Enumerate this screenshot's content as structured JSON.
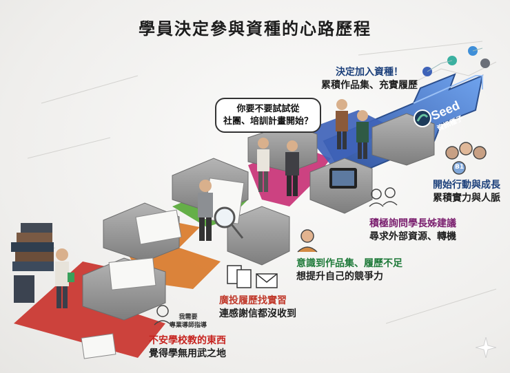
{
  "title": "學員決定參與資種的心路歷程",
  "stages": [
    {
      "id": "unsure",
      "line1": "不安學校教的東西",
      "line2": "覺得學無用武之地"
    },
    {
      "id": "apply",
      "line1": "廣投履歷找實習",
      "line2": "連感謝信都沒收到"
    },
    {
      "id": "realize",
      "line1": "意識到作品集、履歷不足",
      "line2": "想提升自己的競爭力"
    },
    {
      "id": "ask",
      "line1": "積極詢問學長姊建議",
      "line2": "尋求外部資源、轉機"
    },
    {
      "id": "join",
      "line1": "決定加入資種！",
      "line2": "累積作品集、充實履歷"
    },
    {
      "id": "grow",
      "line1": "開始行動與成長",
      "line2": "累積實力與人脈"
    }
  ],
  "bubble": {
    "line1": "你要不要試試從",
    "line2": "社團、培訓計畫開始？"
  },
  "mini_note": {
    "line1": "我需要",
    "line2": "專業導師指導"
  },
  "logo": {
    "brand": "Seed",
    "sub": "資訊種子"
  },
  "badge": "B1",
  "colors": {
    "red": "#c9332c",
    "orange": "#d9792a",
    "green": "#58a83a",
    "magenta": "#c83276",
    "blue": "#3f63b8",
    "arrow": "#4f7fd6",
    "block": "#9a9a9a"
  }
}
